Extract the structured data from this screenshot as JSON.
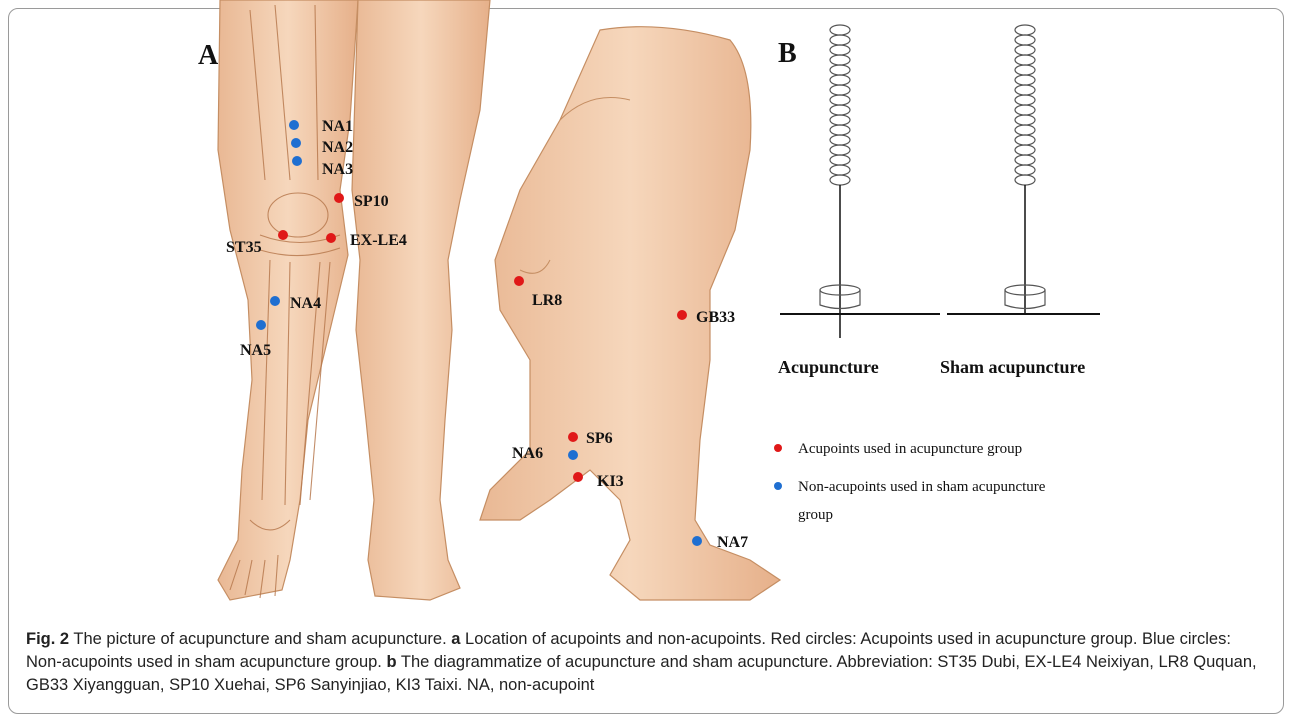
{
  "panels": {
    "a": "A",
    "b": "B"
  },
  "acupoints_front": [
    {
      "label": "NA1",
      "color": "#1f6fd1"
    },
    {
      "label": "NA2",
      "color": "#1f6fd1"
    },
    {
      "label": "NA3",
      "color": "#1f6fd1"
    },
    {
      "label": "SP10",
      "color": "#e01818"
    },
    {
      "label": "ST35",
      "color": "#e01818"
    },
    {
      "label": "EX-LE4",
      "color": "#e01818"
    },
    {
      "label": "NA4",
      "color": "#1f6fd1"
    },
    {
      "label": "NA5",
      "color": "#1f6fd1"
    }
  ],
  "acupoints_side": [
    {
      "label": "LR8",
      "color": "#e01818"
    },
    {
      "label": "GB33",
      "color": "#e01818"
    },
    {
      "label": "SP6",
      "color": "#e01818"
    },
    {
      "label": "NA6",
      "color": "#1f6fd1"
    },
    {
      "label": "KI3",
      "color": "#e01818"
    },
    {
      "label": "NA7",
      "color": "#1f6fd1"
    }
  ],
  "needles": {
    "acupuncture_label": "Acupuncture",
    "sham_label": "Sham acupuncture"
  },
  "legend": {
    "red_label": "Acupoints used in acupuncture group",
    "blue_label_line1": "Non-acupoints used in sham acupuncture",
    "blue_label_line2": "group",
    "red_color": "#e01818",
    "blue_color": "#1f6fd1"
  },
  "caption": {
    "fig_label": "Fig. 2",
    "intro": " The picture of acupuncture and sham acupuncture. ",
    "a_label": "a",
    "a_text": " Location of acupoints and non-acupoints. Red circles: Acupoints used in acupuncture group. Blue circles: Non-acupoints used in sham acupuncture group. ",
    "b_label": "b",
    "b_text": " The diagrammatize of acupuncture and sham acupuncture. Abbreviation: ST35 Dubi, EX-LE4 Neixiyan, LR8 Ququan, GB33 Xiyangguan, SP10 Xuehai, SP6 Sanyinjiao, KI3 Taixi. NA, non-acupoint"
  }
}
